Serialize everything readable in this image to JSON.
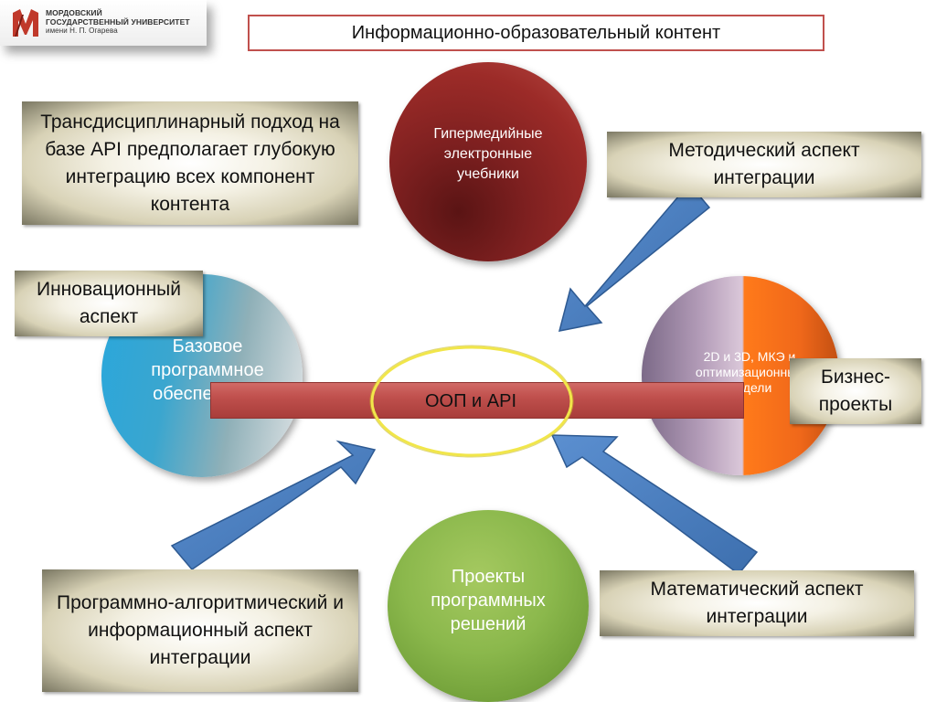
{
  "logo": {
    "line1": "МОРДОВСКИЙ",
    "line2": "ГОСУДАРСТВЕННЫЙ УНИВЕРСИТЕТ",
    "line3": "имени Н. П. Огарева"
  },
  "title": "Информационно-образовательный контент",
  "boxes": {
    "top_left": "Трансдисциплинарный подход на базе API предполагает глубокую интеграцию всех компонент контента",
    "methodical": "Методический аспект интеграции",
    "innovative": "Инновационный аспект",
    "business": "Бизнес-проекты",
    "algorithmic": "Программно-алгоритмический и информационный аспект интеграции",
    "mathematical": "Математический аспект интеграции"
  },
  "circles": {
    "top": "Гипермедийные электронные учебники",
    "left": "Базовое программное обеспечение",
    "right": "2D и 3D, МКЭ и оптимизационные модели",
    "bottom": "Проекты программных решений"
  },
  "center": "ООП и API",
  "colors": {
    "title_border": "#c0504d",
    "bar": "#c0504d",
    "arrows": "#4f81bd",
    "ellipse": "#f1e64a"
  }
}
